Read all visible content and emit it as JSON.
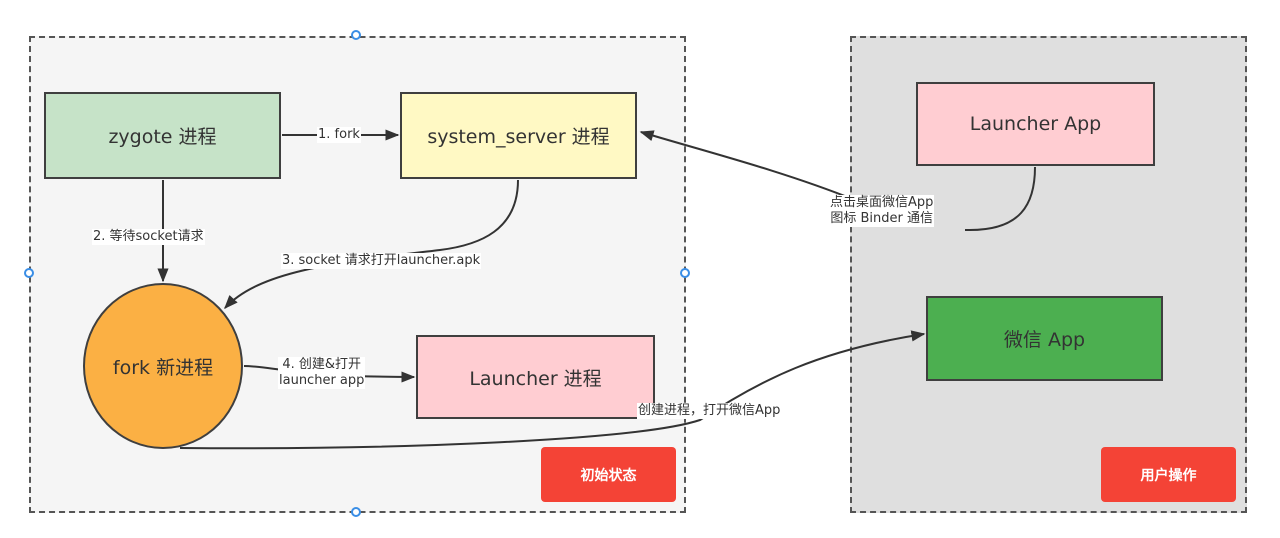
{
  "groups": {
    "initial": {
      "label": "初始状态"
    },
    "user_action": {
      "label": "用户操作"
    }
  },
  "nodes": {
    "zygote": "zygote 进程",
    "system_server": "system_server 进程",
    "fork_new": "fork 新进程",
    "launcher_process": "Launcher 进程",
    "launcher_app": "Launcher App",
    "wechat_app": "微信 App"
  },
  "edges": {
    "fork": "1. fork",
    "wait_socket": "2. 等待socket请求",
    "socket_request": "3. socket 请求打开launcher.apk",
    "create_open_line1": "4. 创建&打开",
    "create_open_line2": "launcher app",
    "binder_line1": "点击桌面微信App",
    "binder_line2": "图标 Binder 通信",
    "create_wechat": "创建进程，打开微信App"
  },
  "colors": {
    "zygote": "#c6e3c8",
    "system_server": "#fff9c4",
    "fork_new": "#fbb044",
    "launcher": "#ffcdd2",
    "wechat": "#4caf50",
    "badge": "#f44336",
    "selection_handle": "#3a8ee6"
  }
}
